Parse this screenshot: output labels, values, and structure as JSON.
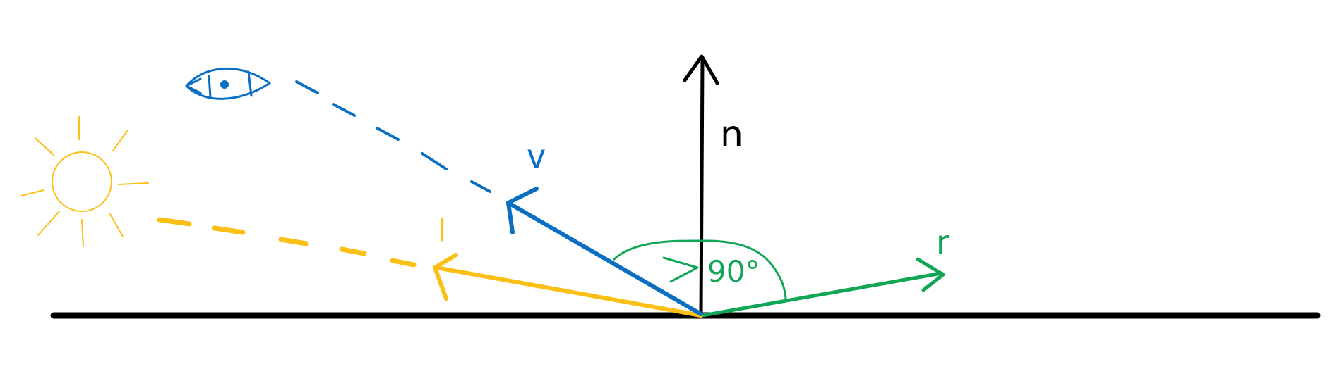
{
  "labels": {
    "normal": "n",
    "view": "v",
    "light": "l",
    "reflection": "r",
    "angle": "90°"
  },
  "colors": {
    "surface": "#000000",
    "normal": "#000000",
    "view": "#0a6fc2",
    "light": "#fbbf16",
    "reflection": "#10a656"
  },
  "icons": {
    "sun": "sun-icon",
    "eye": "eye-icon"
  }
}
